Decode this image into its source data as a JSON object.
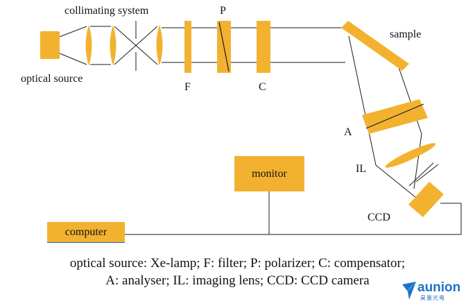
{
  "diagram": {
    "labels": {
      "collimating": "collimating system",
      "optical_source": "optical source",
      "p": "P",
      "f": "F",
      "c": "C",
      "sample": "sample",
      "a": "A",
      "il": "IL",
      "ccd": "CCD",
      "monitor": "monitor",
      "computer": "computer"
    },
    "caption_line1": "optical source: Xe-lamp; F: filter; P: polarizer; C: compensator;",
    "caption_line2": "A: analyser; IL: imaging lens; CCD: CCD camera",
    "logo": {
      "word": "aunion",
      "sub": "昊量光电",
      "icon": "arrow-logo-icon"
    },
    "colors": {
      "component": "#f2b230",
      "line": "#1a1a1a",
      "computer_underline": "#2a5db0",
      "logo": "#1e73c8"
    }
  }
}
